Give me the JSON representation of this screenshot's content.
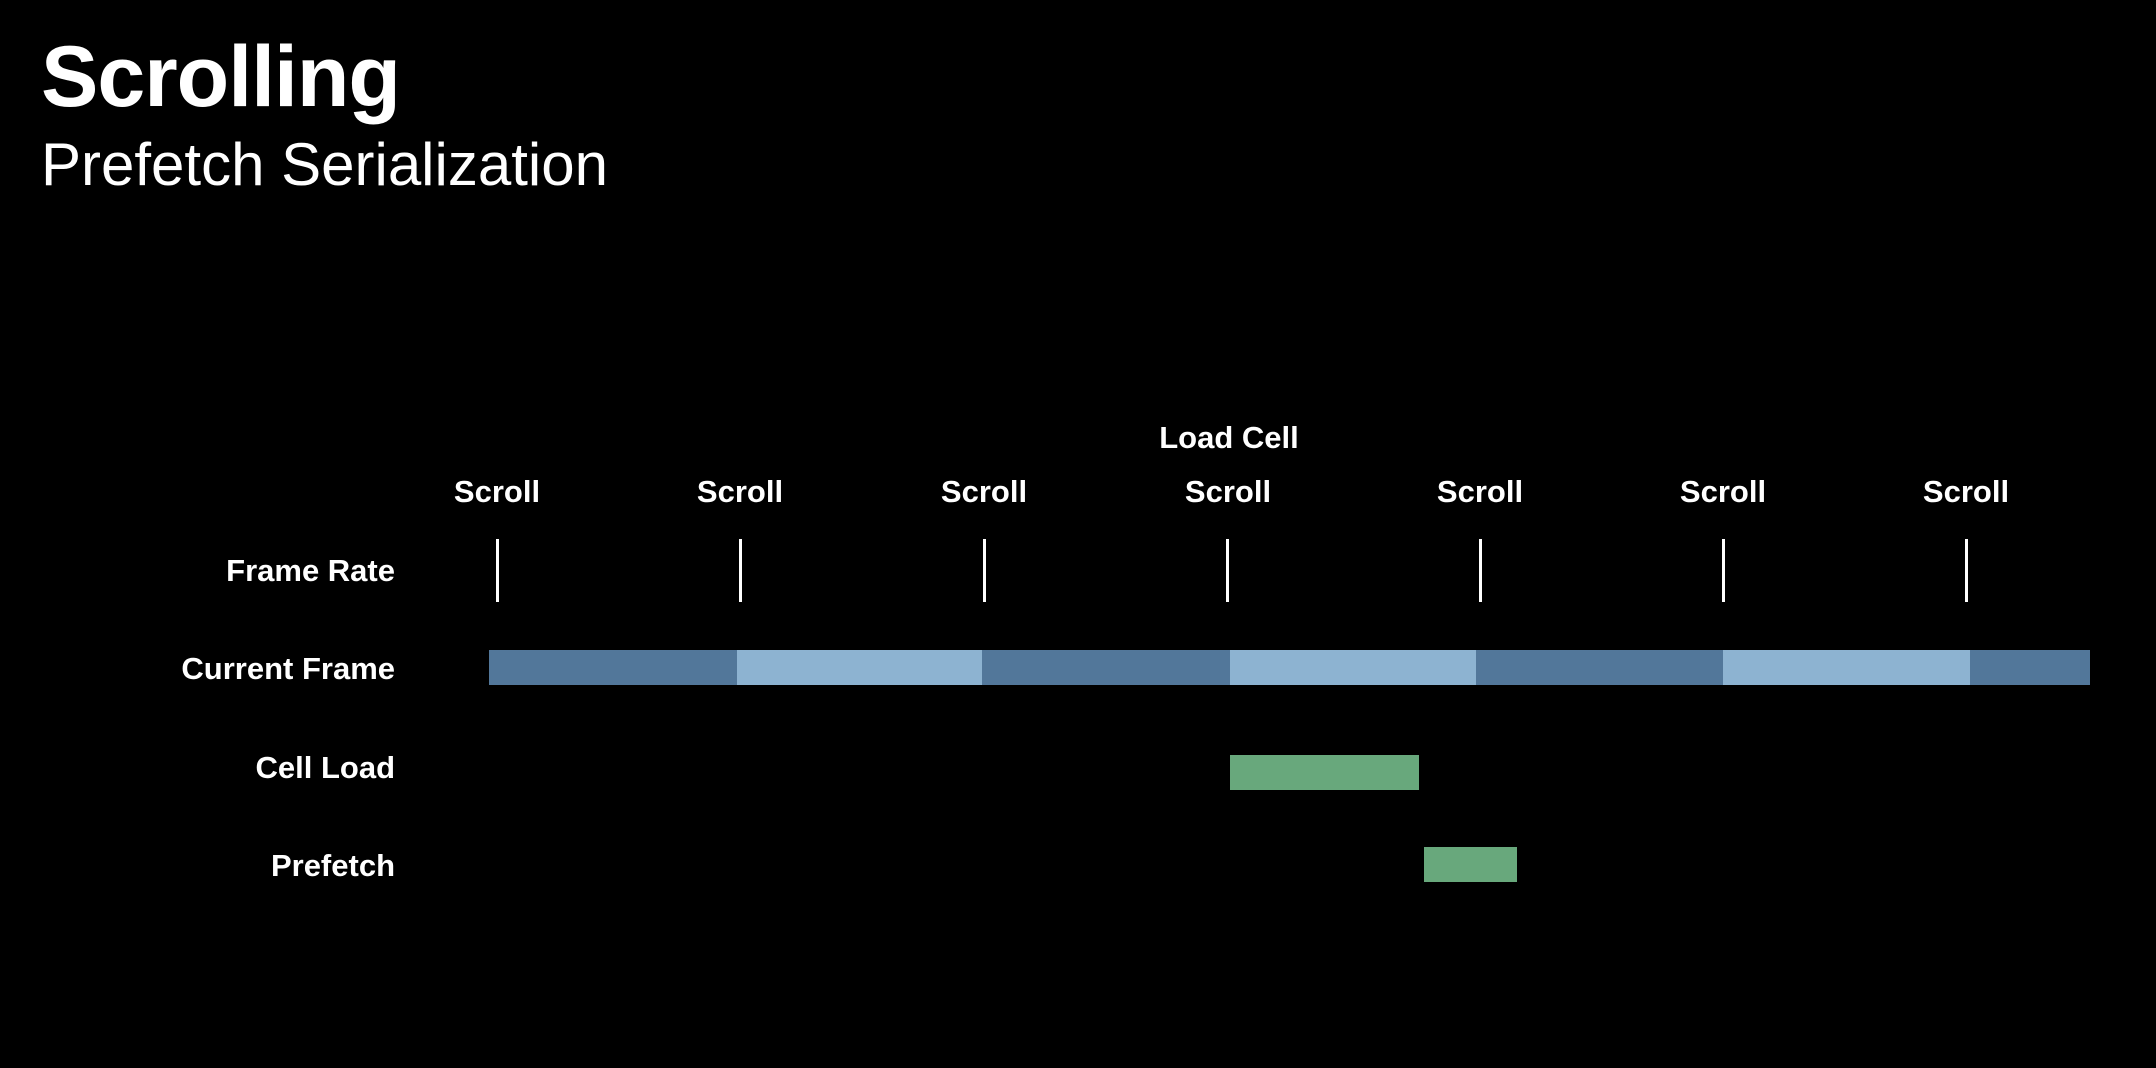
{
  "title": "Scrolling",
  "subtitle": "Prefetch Serialization",
  "above_label": "Load Cell",
  "scroll_label": "Scroll",
  "rows": {
    "frame_rate": "Frame Rate",
    "current_frame": "Current Frame",
    "cell_load": "Cell Load",
    "prefetch": "Prefetch"
  },
  "colors": {
    "frame_dark": "#52779a",
    "frame_light": "#8db3d1",
    "task": "#68a87c",
    "background": "#000000"
  }
}
